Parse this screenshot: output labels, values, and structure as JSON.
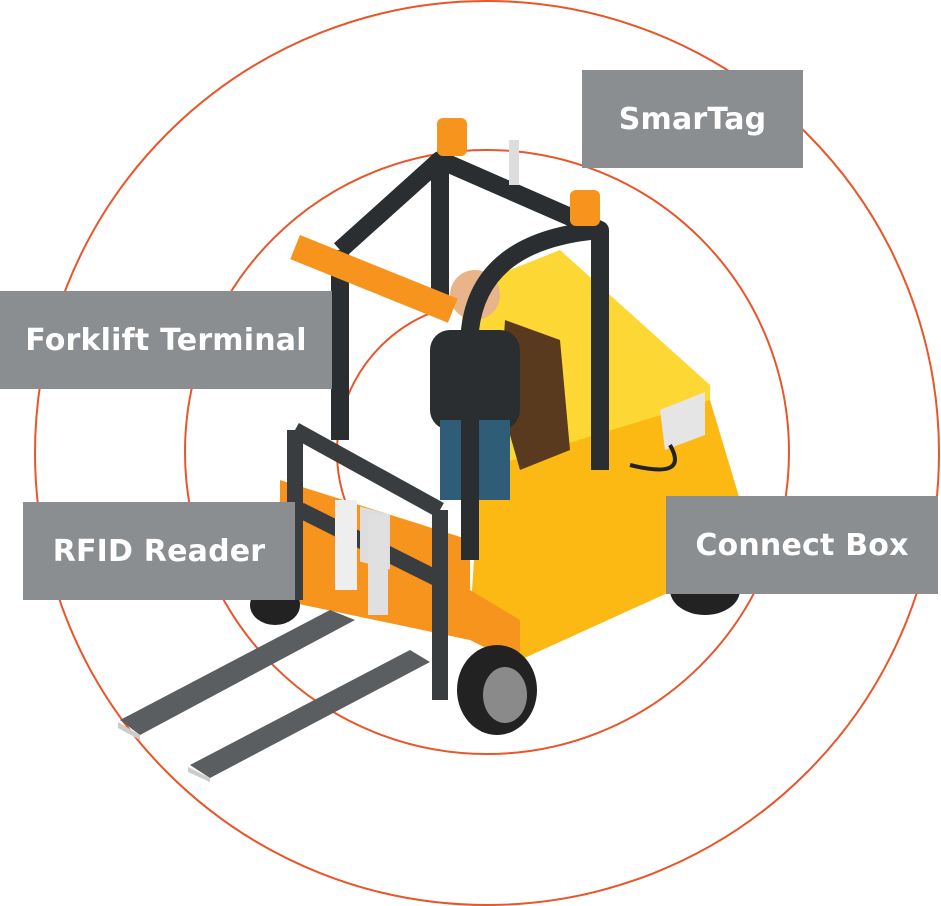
{
  "labels": {
    "smartag": "SmarTag",
    "forklift_terminal": "Forklift Terminal",
    "rfid_reader": "RFID Reader",
    "connect_box": "Connect Box"
  },
  "colors": {
    "ring": "#e8562a",
    "label_bg": "#8b8e90",
    "forklift_body": "#fdb913",
    "frame": "#2b2e30",
    "accent_orange": "#f7941d"
  }
}
